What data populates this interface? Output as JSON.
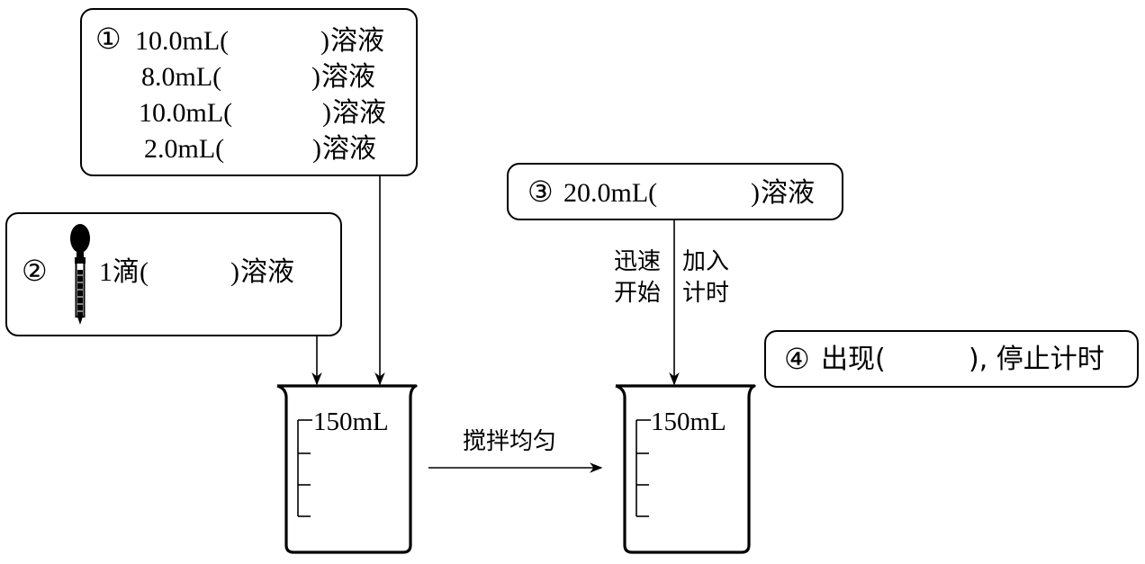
{
  "box1": {
    "num": "①",
    "lines": [
      {
        "amount": "10.0mL(",
        "close": ")",
        "unit": "溶液"
      },
      {
        "amount": "8.0mL(",
        "close": ")",
        "unit": "溶液"
      },
      {
        "amount": "10.0mL(",
        "close": ")",
        "unit": "溶液"
      },
      {
        "amount": "2.0mL(",
        "close": ")",
        "unit": "溶液"
      }
    ]
  },
  "box2": {
    "num": "②",
    "amount": "1滴(",
    "close": ")",
    "unit": "溶液"
  },
  "box3": {
    "num": "③",
    "amount": "20.0mL(",
    "close": ")",
    "unit": "溶液"
  },
  "box4": {
    "num": "④",
    "text1": "出现(",
    "text2": "), 停止计时"
  },
  "arrow_labels": {
    "left1": "迅速",
    "left2": "开始",
    "right1": "加入",
    "right2": "计时"
  },
  "stir_label": "搅拌均匀",
  "beaker_left": {
    "capacity": "150mL"
  },
  "beaker_right": {
    "capacity": "150mL"
  }
}
